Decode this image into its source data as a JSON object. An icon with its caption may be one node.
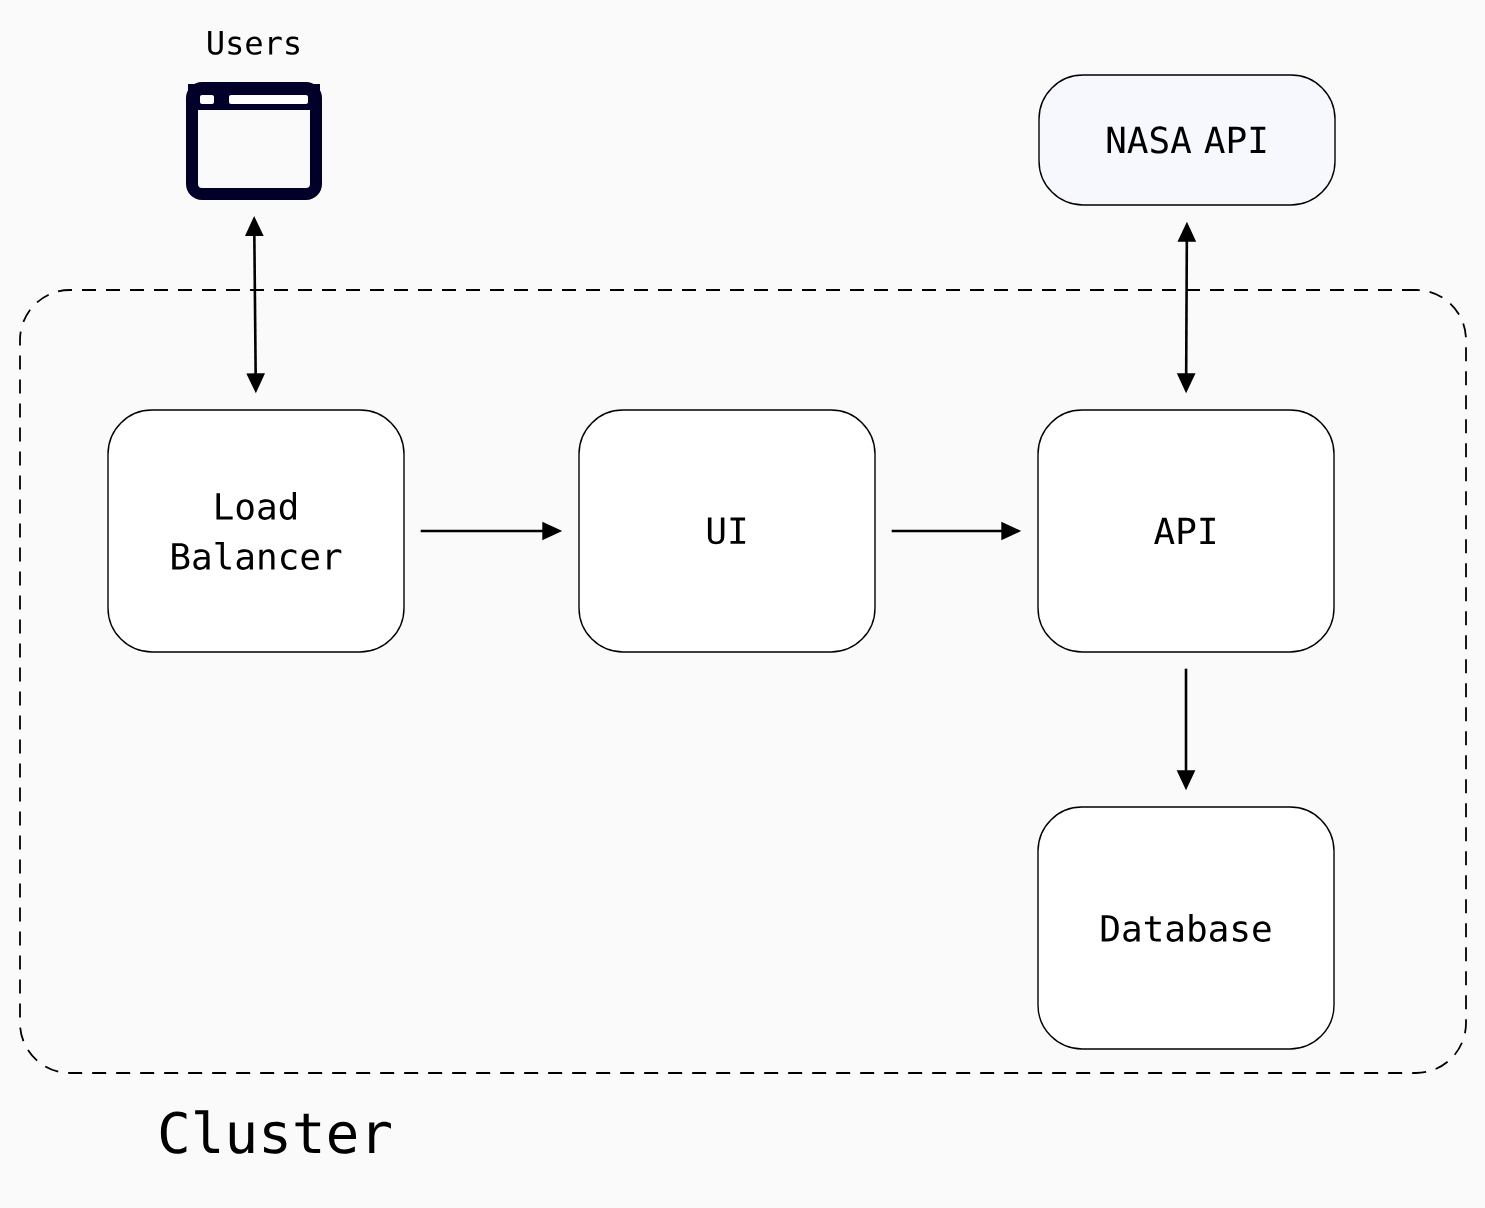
{
  "diagram": {
    "nodes": [
      {
        "text": [
          "Users"
        ]
      },
      {
        "text": [
          "NASA API"
        ]
      },
      {
        "text": [
          "Cluster"
        ]
      },
      {
        "text": [
          "Load Balancer"
        ],
        "in": 2
      },
      {
        "text": [
          "UI"
        ],
        "in": 2
      },
      {
        "text": [
          "API"
        ],
        "in": 2
      },
      {
        "text": [
          "Database"
        ],
        "in": 2
      }
    ],
    "edges": [
      {
        "from": 0,
        "to": 3,
        "arrow": "both"
      },
      {
        "from": 1,
        "to": 5,
        "arrow": "both"
      },
      {
        "from": 3,
        "to": 4,
        "arrow": "to"
      },
      {
        "from": 4,
        "to": 5,
        "arrow": "to"
      },
      {
        "from": 5,
        "to": 6,
        "arrow": "to"
      }
    ]
  }
}
